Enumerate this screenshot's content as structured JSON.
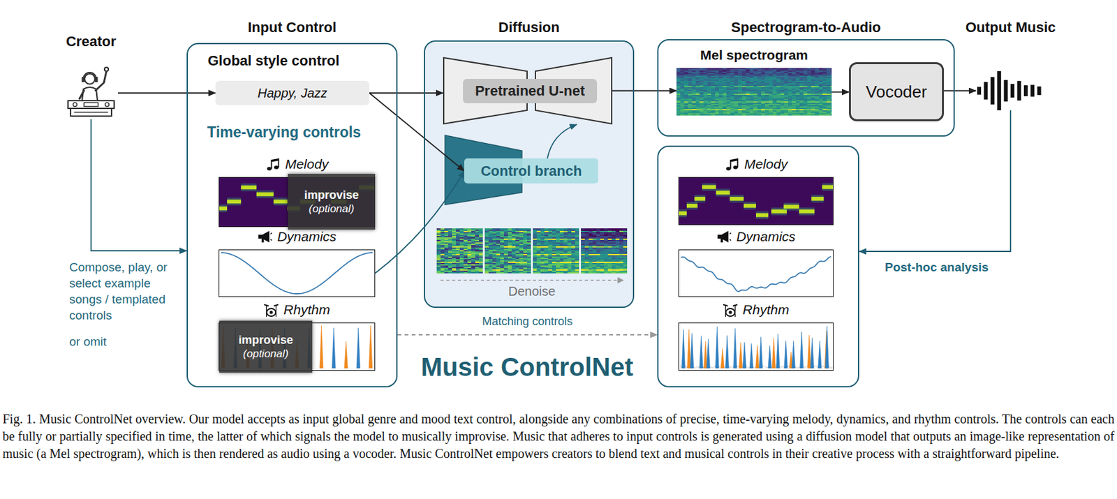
{
  "diagram": {
    "caption": "Fig. 1. Music ControlNet overview. Our model accepts as input global genre and mood text control, alongside any combinations of precise, time-varying melody, dynamics, and rhythm controls. The controls can each be fully or partially specified in time, the latter of which signals the model to musically improvise. Music that adheres to input controls is generated using a diffusion model that outputs an image-like representation of music (a Mel spectrogram), which is then rendered as audio using a vocoder. Music ControlNet empowers creators to blend text and musical controls in their creative process with a straightforward pipeline.",
    "nodes": [
      {
        "text": [
          "Creator"
        ]
      },
      {
        "text": [
          "Input Control"
        ]
      },
      {
        "text": [
          "Global style control",
          "Happy, Jazz"
        ],
        "in": 1
      },
      {
        "text": [
          "Melody"
        ],
        "in": 1
      },
      {
        "text": [
          "improvise",
          "(optional)"
        ],
        "in": 3
      },
      {
        "text": [
          "Dynamics"
        ],
        "in": 1
      },
      {
        "text": [
          "Rhythm"
        ],
        "in": 1
      },
      {
        "text": [
          "improvise",
          "(optional)"
        ],
        "in": 6
      },
      {
        "text": [
          "Diffusion"
        ]
      },
      {
        "text": [
          "Pretrained U-net"
        ],
        "in": 8
      },
      {
        "text": [
          "Control branch"
        ],
        "in": 8
      },
      {
        "text": [
          "Denoise"
        ],
        "in": 8
      },
      {
        "text": [
          "Spectrogram-to-Audio"
        ]
      },
      {
        "text": [
          "Mel spectrogram"
        ],
        "in": 12
      },
      {
        "text": [
          "Vocoder"
        ],
        "in": 12
      },
      {
        "text": [
          "Output Music"
        ]
      },
      {
        "text": []
      },
      {
        "text": [
          "Melody"
        ],
        "in": 16
      },
      {
        "text": [
          "Dynamics"
        ],
        "in": 16
      },
      {
        "text": [
          "Rhythm"
        ],
        "in": 16
      }
    ],
    "edges": [
      {
        "from": 0,
        "to": 2,
        "arrow": "to"
      },
      {
        "from": 0,
        "to": 1,
        "arrow": "to"
      },
      {
        "from": 2,
        "to": 9,
        "arrow": "to"
      },
      {
        "from": 2,
        "to": 10,
        "arrow": "to"
      },
      {
        "from": 5,
        "to": 10,
        "arrow": "to"
      },
      {
        "from": 10,
        "to": 9,
        "arrow": "to"
      },
      {
        "from": 9,
        "to": 13,
        "arrow": "to"
      },
      {
        "from": 13,
        "to": 14,
        "arrow": "to"
      },
      {
        "from": 14,
        "to": 15,
        "arrow": "to"
      },
      {
        "from": 15,
        "to": 16,
        "arrow": "to"
      },
      {
        "from": 1,
        "to": 16,
        "label": "Matching controls",
        "arrow": "to"
      }
    ],
    "labels": [
      "Time-varying controls",
      "Compose, play, or select example songs / templated controls",
      "or omit",
      "Post-hoc analysis",
      "Music ControlNet"
    ]
  }
}
